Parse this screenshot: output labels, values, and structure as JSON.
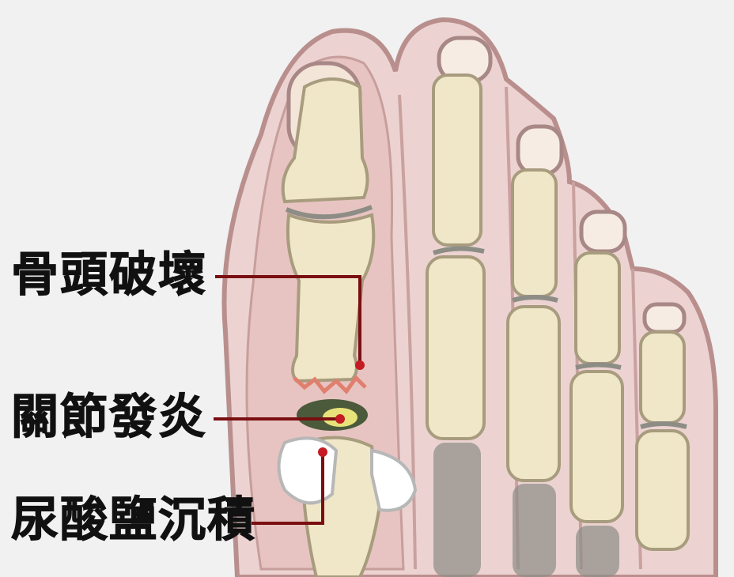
{
  "colors": {
    "background": "#f1f1f1",
    "skin": "#ecd3d1",
    "skin_outline": "#b98f8d",
    "bone": "#f0e6c8",
    "bone_outline": "#a89c7e",
    "cartilage": "#8d8d86",
    "leader_line": "#7a0f12",
    "inflamed": "#e07f6e",
    "uric_acid": "#ffffff",
    "label_text": "#111111"
  },
  "callouts": [
    {
      "label": "骨頭破壞"
    },
    {
      "label": "關節發炎"
    },
    {
      "label": "尿酸鹽沉積"
    }
  ]
}
